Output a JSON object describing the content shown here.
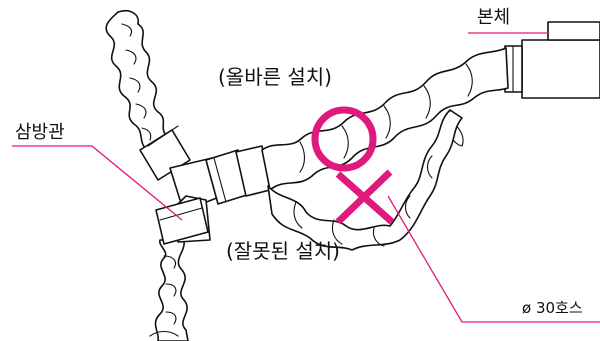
{
  "labels": {
    "main_unit": "본체",
    "three_way_pipe": "삼방관",
    "correct_install": "(올바른 설치)",
    "wrong_install": "(잘못된 설치)",
    "hose_size": "ø 30호스"
  },
  "colors": {
    "accent": "#e0197d",
    "line": "#111111",
    "background": "#ffffff"
  },
  "marks": {
    "correct": "circle-mark-icon",
    "wrong": "cross-mark-icon"
  }
}
